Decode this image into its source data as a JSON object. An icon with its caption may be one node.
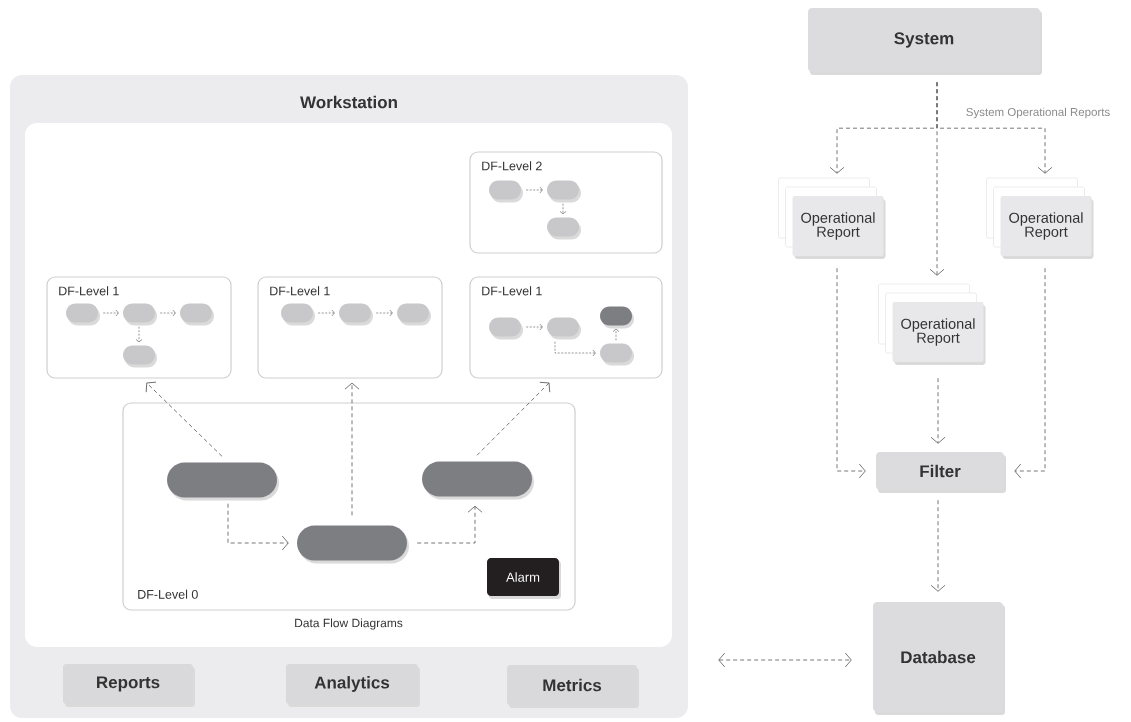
{
  "diagram": {
    "nodes": [
      {
        "text": [
          "Workstation"
        ]
      },
      {
        "text": [
          "Data Flow Diagrams"
        ],
        "in": 0
      },
      {
        "text": [
          "DF-Level 2"
        ],
        "in": 1
      },
      {
        "text": [],
        "shape": "box",
        "in": 2
      },
      {
        "text": [],
        "shape": "box",
        "in": 2
      },
      {
        "text": [],
        "shape": "box",
        "in": 2
      },
      {
        "text": [
          "DF-Level 1"
        ],
        "in": 1
      },
      {
        "text": [],
        "shape": "box",
        "in": 6
      },
      {
        "text": [],
        "shape": "box",
        "in": 6
      },
      {
        "text": [],
        "shape": "box",
        "in": 6
      },
      {
        "text": [],
        "shape": "box",
        "in": 6
      },
      {
        "text": [
          "DF-Level 1"
        ],
        "in": 1
      },
      {
        "text": [],
        "shape": "box",
        "in": 11
      },
      {
        "text": [],
        "shape": "box",
        "in": 11
      },
      {
        "text": [],
        "shape": "box",
        "in": 11
      },
      {
        "text": [
          "DF-Level 1"
        ],
        "in": 1
      },
      {
        "text": [],
        "shape": "box",
        "in": 15
      },
      {
        "text": [],
        "shape": "box",
        "in": 15
      },
      {
        "text": [],
        "shape": "box",
        "in": 15
      },
      {
        "text": [],
        "shape": "box",
        "in": 15
      },
      {
        "text": [
          "DF-Level 0"
        ],
        "in": 1
      },
      {
        "text": [],
        "shape": "box",
        "in": 20
      },
      {
        "text": [],
        "shape": "box",
        "in": 20
      },
      {
        "text": [],
        "shape": "box",
        "in": 20
      },
      {
        "text": [
          "Alarm"
        ],
        "in": 20
      },
      {
        "text": [
          "Reports"
        ],
        "in": 0
      },
      {
        "text": [
          "Analytics"
        ],
        "in": 0
      },
      {
        "text": [
          "Metrics"
        ],
        "in": 0
      },
      {
        "text": [
          "System"
        ]
      },
      {
        "text": [
          "Operational Report"
        ]
      },
      {
        "text": [
          "Operational Report"
        ]
      },
      {
        "text": [
          "Operational Report"
        ]
      },
      {
        "text": [
          "Filter"
        ]
      },
      {
        "text": [
          "Database"
        ]
      }
    ],
    "edges": [
      {
        "from": 3,
        "to": 4,
        "arrow": "to",
        "style": "dashed"
      },
      {
        "from": 4,
        "to": 5,
        "arrow": "to",
        "style": "dashed"
      },
      {
        "from": 7,
        "to": 8,
        "arrow": "to",
        "style": "dashed"
      },
      {
        "from": 8,
        "to": 9,
        "arrow": "to",
        "style": "dashed"
      },
      {
        "from": 8,
        "to": 10,
        "arrow": "to",
        "style": "dashed"
      },
      {
        "from": 12,
        "to": 13,
        "arrow": "to",
        "style": "dashed"
      },
      {
        "from": 13,
        "to": 14,
        "arrow": "to",
        "style": "dashed"
      },
      {
        "from": 16,
        "to": 17,
        "arrow": "to",
        "style": "dashed"
      },
      {
        "from": 17,
        "to": 19,
        "arrow": "to",
        "style": "dashed"
      },
      {
        "from": 19,
        "to": 18,
        "arrow": "to",
        "style": "dashed"
      },
      {
        "from": 21,
        "to": 6,
        "arrow": "to",
        "style": "dashed"
      },
      {
        "from": 22,
        "to": 11,
        "arrow": "to",
        "style": "dashed"
      },
      {
        "from": 23,
        "to": 15,
        "arrow": "to",
        "style": "dashed"
      },
      {
        "from": 21,
        "to": 22,
        "arrow": "to",
        "style": "dashed"
      },
      {
        "from": 22,
        "to": 23,
        "arrow": "to",
        "style": "dashed"
      },
      {
        "from": 28,
        "to": 29,
        "arrow": "to",
        "style": "dashed"
      },
      {
        "from": 28,
        "to": 30,
        "arrow": "to",
        "style": "dashed",
        "label": "System Operational Reports"
      },
      {
        "from": 28,
        "to": 31,
        "arrow": "to",
        "style": "dashed"
      },
      {
        "from": 29,
        "to": 32,
        "arrow": "to",
        "style": "dashed"
      },
      {
        "from": 30,
        "to": 32,
        "arrow": "to",
        "style": "dashed"
      },
      {
        "from": 31,
        "to": 32,
        "arrow": "to",
        "style": "dashed"
      },
      {
        "from": 32,
        "to": 33,
        "arrow": "to",
        "style": "dashed"
      },
      {
        "from": 0,
        "to": 33,
        "arrow": "both",
        "style": "dashed"
      }
    ]
  }
}
